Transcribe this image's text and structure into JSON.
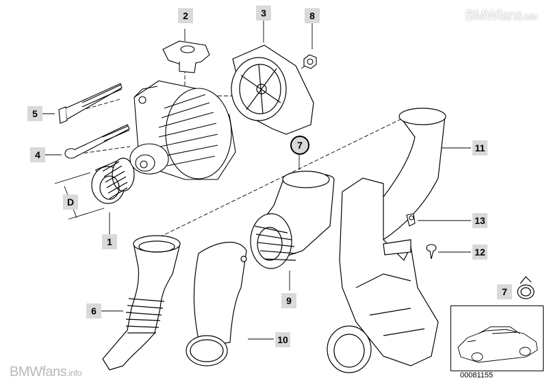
{
  "watermark_top": {
    "brand": "BMWfans",
    "tld": ".info"
  },
  "watermark_bottom": {
    "brand": "BMWfans",
    "tld": ".info"
  },
  "diagram_code": "00081155",
  "callouts": {
    "c1": "1",
    "c2": "2",
    "c3": "3",
    "c4": "4",
    "c5": "5",
    "c6": "6",
    "c7_circle": "7",
    "c7_clamp": "7",
    "c8": "8",
    "c9": "9",
    "c10": "10",
    "c11": "11",
    "c12": "12",
    "c13": "13",
    "d": "D"
  },
  "colors": {
    "label_bg": "#d9d9d9",
    "line": "#000000",
    "background": "#ffffff"
  }
}
